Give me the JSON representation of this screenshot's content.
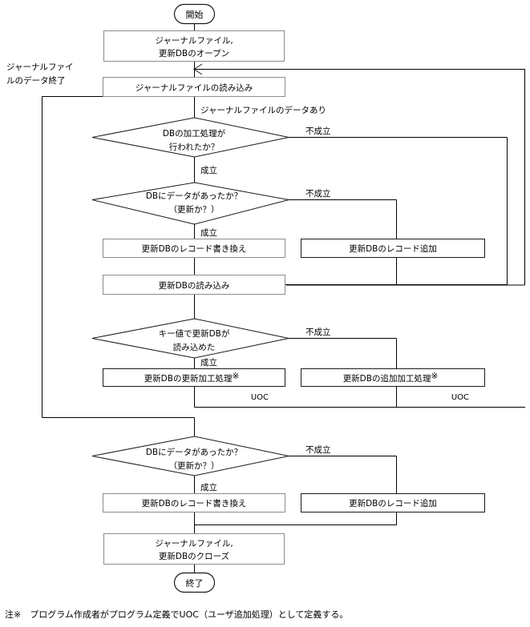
{
  "diagram": {
    "title": "",
    "type": "flowchart",
    "nodes": {
      "start": {
        "label": "開始",
        "shape": "terminator"
      },
      "open": {
        "line1": "ジャーナルファイル,",
        "line2": "更新DBのオープン",
        "shape": "process"
      },
      "read_journal": {
        "label": "ジャーナルファイルの読み込み",
        "shape": "process"
      },
      "decision_proc": {
        "line1": "DBの加工処理が",
        "line2": "行われたか？",
        "shape": "decision"
      },
      "decision_data1": {
        "line1": "DBにデータがあったか？",
        "line2": "（更新か？）",
        "shape": "decision"
      },
      "rewrite1": {
        "label": "更新DBのレコード書き換え",
        "shape": "process"
      },
      "append1": {
        "label": "更新DBのレコード追加",
        "shape": "process"
      },
      "read_db": {
        "label": "更新DBの読み込み",
        "shape": "process"
      },
      "decision_key": {
        "line1": "キー値で更新DBが",
        "line2": "読み込めた",
        "shape": "decision"
      },
      "uoc_update": {
        "label": "更新DBの更新加工処理",
        "mark": "※",
        "shape": "process"
      },
      "uoc_append": {
        "label": "更新DBの追加加工処理",
        "mark": "※",
        "shape": "process"
      },
      "decision_data2": {
        "line1": "DBにデータがあったか？",
        "line2": "（更新か？）",
        "shape": "decision"
      },
      "rewrite2": {
        "label": "更新DBのレコード書き換え",
        "shape": "process"
      },
      "append2": {
        "label": "更新DBのレコード追加",
        "shape": "process"
      },
      "close": {
        "line1": "ジャーナルファイル,",
        "line2": "更新DBのクローズ",
        "shape": "process"
      },
      "end": {
        "label": "終了",
        "shape": "terminator"
      }
    },
    "edge_labels": {
      "journal_end": {
        "line1": "ジャーナルファイ",
        "line2": "ルのデータ終了"
      },
      "journal_has_data": "ジャーナルファイルのデータあり",
      "proc_false": "不成立",
      "proc_true": "成立",
      "data1_false": "不成立",
      "data1_true": "成立",
      "key_false": "不成立",
      "key_true": "成立",
      "data2_false": "不成立",
      "data2_true": "成立"
    },
    "annotations": {
      "uoc_left": "UOC",
      "uoc_right": "UOC"
    },
    "footnote": "注※　プログラム作成者がプログラム定義でUOC（ユーザ追加処理）として定義する。"
  },
  "colors": {
    "line": "#1a1a1a",
    "box_light_border": "#8c8c8c",
    "background": "#ffffff",
    "text": "#000000"
  }
}
